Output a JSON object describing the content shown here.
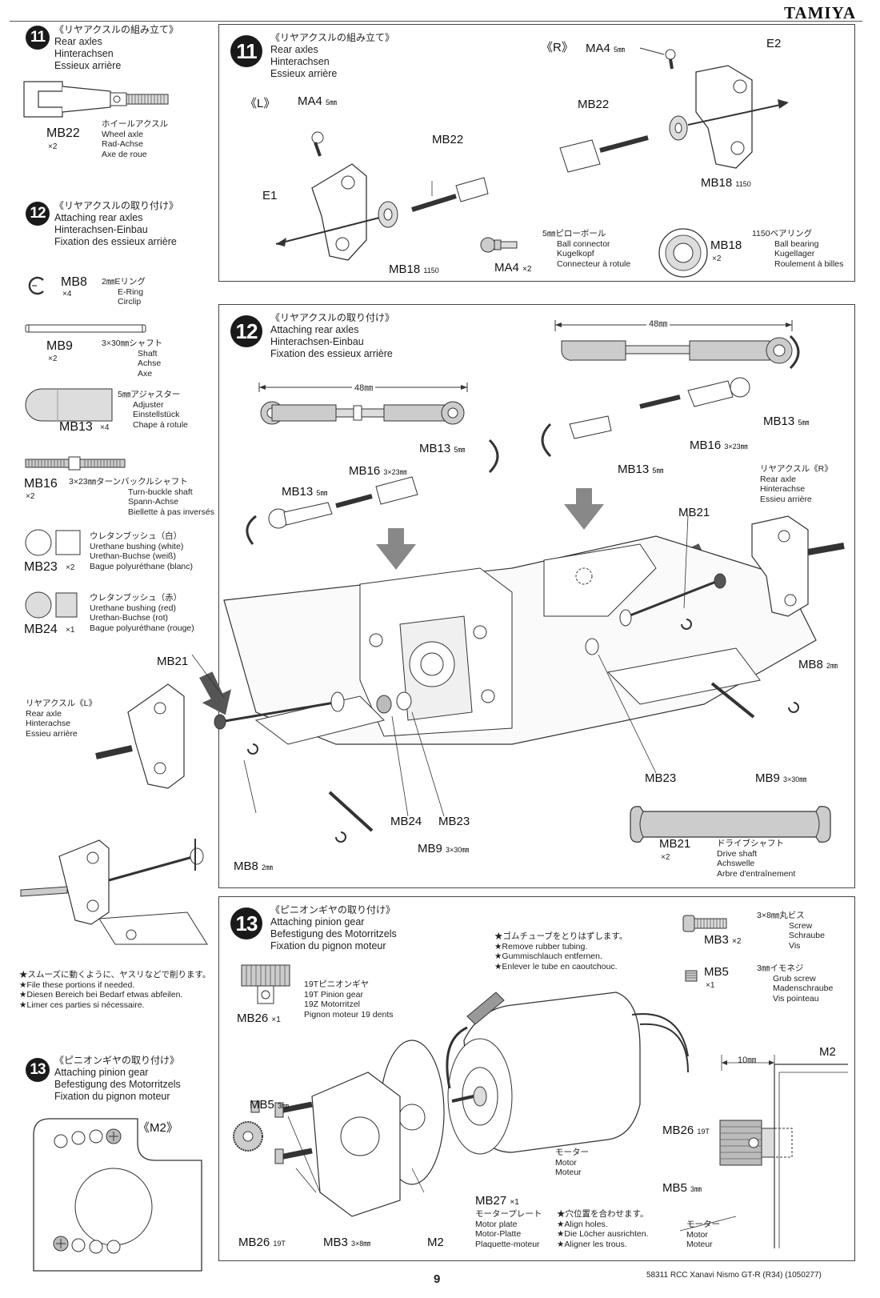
{
  "brand": "TAMIYA",
  "page_number": "9",
  "footer": "58311  RCC Xanavi Nismo GT-R (R34) (1050277)",
  "sidebar": {
    "step11": {
      "num": "11",
      "title_jp": "《リヤアクスルの組み立て》",
      "title_en": "Rear axles",
      "title_de": "Hinterachsen",
      "title_fr": "Essieux arrière",
      "parts": [
        {
          "code": "MB22",
          "qty": "×2",
          "jp": "ホイールアクスル",
          "en": "Wheel axle",
          "de": "Rad-Achse",
          "fr": "Axe de roue"
        }
      ]
    },
    "step12": {
      "num": "12",
      "title_jp": "《リヤアクスルの取り付け》",
      "title_en": "Attaching rear axles",
      "title_de": "Hinterachsen-Einbau",
      "title_fr": "Fixation des essieux arrière",
      "parts": [
        {
          "code": "MB8",
          "qty": "×4",
          "jp": "2㎜Eリング",
          "en": "E-Ring",
          "de": "Circlip",
          "fr": ""
        },
        {
          "code": "MB9",
          "qty": "×2",
          "jp": "3×30㎜シャフト",
          "en": "Shaft",
          "de": "Achse",
          "fr": "Axe"
        },
        {
          "code": "MB13",
          "qty": "×4",
          "jp": "5㎜アジャスター",
          "en": "Adjuster",
          "de": "Einstellstück",
          "fr": "Chape à rotule"
        },
        {
          "code": "MB16",
          "qty": "×2",
          "jp": "3×23㎜ターンバックルシャフト",
          "en": "Turn-buckle shaft",
          "de": "Spann-Achse",
          "fr": "Biellette à pas inversés"
        },
        {
          "code": "MB23",
          "qty": "×2",
          "jp": "ウレタンブッシュ（白）",
          "en": "Urethane bushing (white)",
          "de": "Urethan-Buchse (weiß)",
          "fr": "Bague polyuréthane (blanc)"
        },
        {
          "code": "MB24",
          "qty": "×1",
          "jp": "ウレタンブッシュ（赤）",
          "en": "Urethane bushing (red)",
          "de": "Urethan-Buchse (rot)",
          "fr": "Bague polyuréthane (rouge)"
        }
      ],
      "labels": {
        "mb21": "MB21",
        "rear_axle_l_jp": "リヤアクスル《L》",
        "rear_axle_en": "Rear axle",
        "rear_axle_de": "Hinterachse",
        "rear_axle_fr": "Essieu arrière"
      },
      "note_jp": "★スムーズに動くように、ヤスリなどで削ります。",
      "note_en": "★File these portions if needed.",
      "note_de": "★Diesen Bereich bei Bedarf etwas abfeilen.",
      "note_fr": "★Limer ces parties si nécessaire."
    },
    "step13": {
      "num": "13",
      "title_jp": "《ピニオンギヤの取り付け》",
      "title_en": "Attaching pinion gear",
      "title_de": "Befestigung des Motorritzels",
      "title_fr": "Fixation du pignon moteur",
      "m2": "《M2》"
    }
  },
  "panel11": {
    "num": "11",
    "title_jp": "《リヤアクスルの組み立て》",
    "title_en": "Rear axles",
    "title_de": "Hinterachsen",
    "title_fr": "Essieux arrière",
    "left_tag": "《L》",
    "right_tag": "《R》",
    "ma4": "MA4",
    "mm5": "5㎜",
    "mb22": "MB22",
    "mb18": "MB18",
    "n1150": "1150",
    "e1": "E1",
    "e2": "E2",
    "ma4_part": {
      "code": "MA4",
      "qty": "×2",
      "jp": "5㎜ピローボール",
      "en": "Ball connector",
      "de": "Kugelkopf",
      "fr": "Connecteur à rotule"
    },
    "mb18_part": {
      "code": "MB18",
      "qty": "×2",
      "jp": "1150ベアリング",
      "en": "Ball bearing",
      "de": "Kugellager",
      "fr": "Roulement à billes"
    }
  },
  "panel12": {
    "num": "12",
    "title_jp": "《リヤアクスルの取り付け》",
    "title_en": "Attaching rear axles",
    "title_de": "Hinterachsen-Einbau",
    "title_fr": "Fixation des essieux arrière",
    "len48": "48㎜",
    "mb13": "MB13",
    "mm5": "5㎜",
    "mb16": "MB16",
    "size323": "3×23㎜",
    "mb21": "MB21",
    "mb8": "MB8",
    "mm2": "2㎜",
    "mb9": "MB9",
    "size330": "3×30㎜",
    "mb23": "MB23",
    "mb24": "MB24",
    "rear_axle_r_jp": "リヤアクスル《R》",
    "rear_axle_en": "Rear axle",
    "rear_axle_de": "Hinterachse",
    "rear_axle_fr": "Essieu arrière",
    "mb21_part": {
      "code": "MB21",
      "qty": "×2",
      "jp": "ドライブシャフト",
      "en": "Drive shaft",
      "de": "Achswelle",
      "fr": "Arbre d'entraînement"
    }
  },
  "panel13": {
    "num": "13",
    "title_jp": "《ピニオンギヤの取り付け》",
    "title_en": "Attaching pinion gear",
    "title_de": "Befestigung des Motorritzels",
    "title_fr": "Fixation du pignon moteur",
    "mb26_part": {
      "code": "MB26",
      "qty": "×1",
      "jp": "19Tピニオンギヤ",
      "en": "19T Pinion gear",
      "de": "19Z Motorritzel",
      "fr": "Pignon moteur 19 dents"
    },
    "mb3_part": {
      "code": "MB3",
      "qty": "×2",
      "jp": "3×8㎜丸ビス",
      "en": "Screw",
      "de": "Schraube",
      "fr": "Vis"
    },
    "mb5_part": {
      "code": "MB5",
      "qty": "×1",
      "jp": "3㎜イモネジ",
      "en": "Grub screw",
      "de": "Madenschraube",
      "fr": "Vis pointeau"
    },
    "tube_jp": "★ゴムチューブをとりはずします。",
    "tube_en": "★Remove rubber tubing.",
    "tube_de": "★Gummischlauch entfernen.",
    "tube_fr": "★Enlever le tube en caoutchouc.",
    "mb5": "MB5",
    "mm3": "3㎜",
    "mb26": "MB26",
    "t19": "19T",
    "mb3": "MB3",
    "size38": "3×8㎜",
    "m2": "M2",
    "motor_jp": "モーター",
    "motor_en": "Motor",
    "motor_de": "Moteur",
    "mb27": "MB27",
    "mb27_qty": "×1",
    "plate_jp": "モータープレート",
    "plate_en": "Motor plate",
    "plate_de": "Motor-Platte",
    "plate_fr": "Plaquette-moteur",
    "align_jp": "★穴位置を合わせます。",
    "align_en": "★Align holes.",
    "align_de": "★Die Löcher ausrichten.",
    "align_fr": "★Aligner les trous.",
    "len10": "10㎜"
  }
}
